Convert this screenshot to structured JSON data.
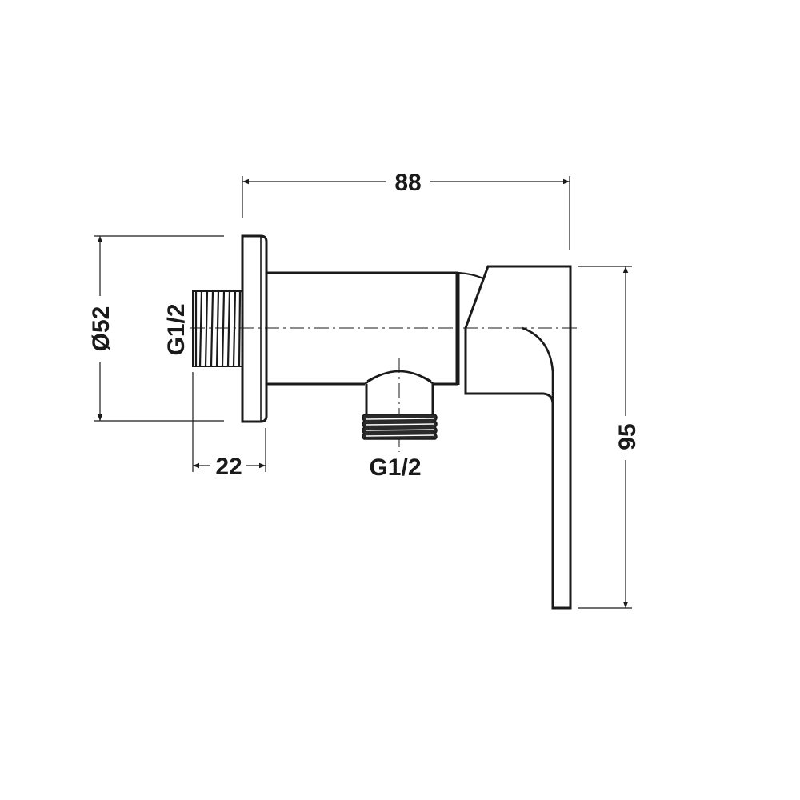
{
  "drawing": {
    "subject": "wall-mounted angle valve with lever handle, side view",
    "colors": {
      "line": "#1a1a1a",
      "background": "#ffffff"
    }
  },
  "dimensions": {
    "overall_length": "88",
    "height": "95",
    "flange_diameter": "Ø52",
    "thread_length": "22",
    "inlet_thread": "G1/2",
    "outlet_thread": "G1/2"
  }
}
